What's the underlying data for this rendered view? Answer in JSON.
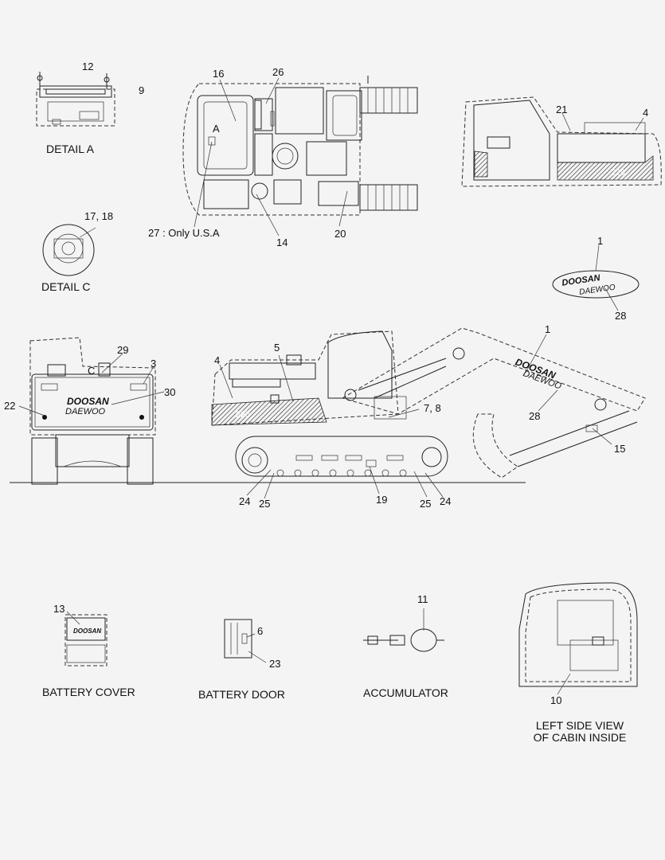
{
  "captions": {
    "detail_a": "DETAIL  A",
    "detail_c": "DETAIL  C",
    "battery_cover": "BATTERY COVER",
    "battery_door": "BATTERY DOOR",
    "accumulator": "ACCUMULATOR",
    "cabin_inside_1": "LEFT SIDE VIEW",
    "cabin_inside_2": "OF CABIN INSIDE"
  },
  "decals": {
    "doosan": "DOOSAN",
    "daewoo": "DAEWOO",
    "model": "225",
    "model_suffix": "NLC-V"
  },
  "labels": {
    "l12": "12",
    "l9": "9",
    "l16": "16",
    "l26": "26",
    "lA": "A",
    "l21": "21",
    "l4a": "4",
    "l27": "27 : Only U.S.A",
    "l14": "14",
    "l20": "20",
    "l17_18": "17, 18",
    "l1a": "1",
    "l28a": "28",
    "l29": "29",
    "lC": "C",
    "l3": "3",
    "l30": "30",
    "l22": "22",
    "l4b": "4",
    "l5": "5",
    "l7_8": "7, 8",
    "l1b": "1",
    "l28b": "28",
    "l15": "15",
    "l24a": "24",
    "l25a": "25",
    "l19": "19",
    "l25b": "25",
    "l24b": "24",
    "l13": "13",
    "l6": "6",
    "l23": "23",
    "l11": "11",
    "l10": "10"
  }
}
